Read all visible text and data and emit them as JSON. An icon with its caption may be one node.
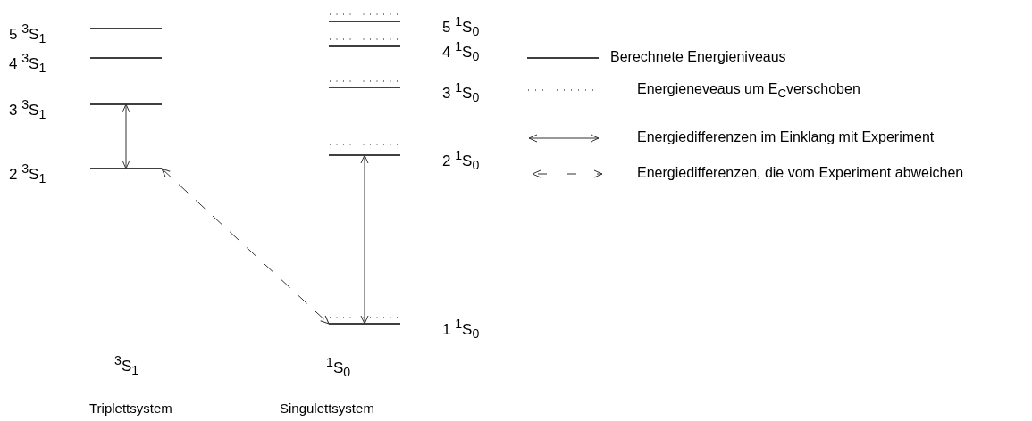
{
  "diagram": {
    "nodes": [
      {
        "text": [
          "5 $^{3}$S$_{1}$"
        ]
      },
      {
        "text": [
          "4 $^{3}$S$_{1}$"
        ]
      },
      {
        "text": [
          "3 $^{3}$S$_{1}$"
        ]
      },
      {
        "text": [
          "2 $^{3}$S$_{1}$"
        ]
      },
      {
        "text": [],
        "shape": "line"
      },
      {
        "text": [
          "5 $^{1}$S$_{0}$"
        ]
      },
      {
        "text": [],
        "shape": "line"
      },
      {
        "text": [
          "4 $^{1}$S$_{0}$"
        ]
      },
      {
        "text": [],
        "shape": "line"
      },
      {
        "text": [
          "3 $^{1}$S$_{0}$"
        ]
      },
      {
        "text": [],
        "shape": "line"
      },
      {
        "text": [
          "2 $^{1}$S$_{0}$"
        ]
      },
      {
        "text": [],
        "shape": "line"
      },
      {
        "text": [
          "1 $^{1}$S$_{0}$"
        ]
      }
    ],
    "edges": [
      {
        "from": 2,
        "to": 3,
        "arrow": "both"
      },
      {
        "from": 11,
        "to": 13,
        "arrow": "both"
      },
      {
        "from": 3,
        "to": 13,
        "arrow": "both",
        "style": "dashed"
      }
    ],
    "labels": [
      "$^{3}$S$_{1}$",
      "$^{1}$S$_{0}$",
      "Triplettsystem",
      "Singulettsystem"
    ],
    "legend": [
      {
        "text": "Berechnete Energieniveaus"
      },
      {
        "text": "Energieneveaus um E$_{C}$verschoben"
      },
      {
        "text": "Energiedifferenzen im Einklang mit Experiment"
      },
      {
        "text": "Energiedifferenzen, die vom Experiment abweichen"
      }
    ]
  }
}
